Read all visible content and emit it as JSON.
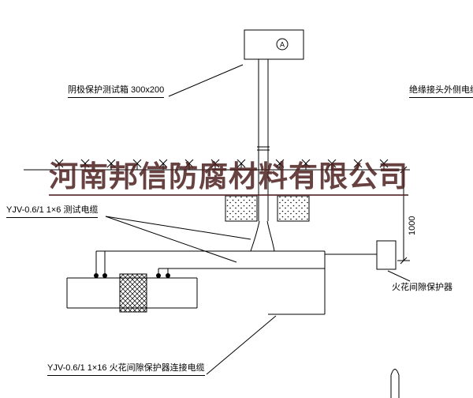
{
  "diagram": {
    "watermark_text": "河南邦信防腐材料有限公司",
    "watermark_color": "#4d2020",
    "line_color": "#000000"
  },
  "labels": {
    "test_box": "阴极保护测试箱 300x200",
    "insulated_joint_cable": "绝缘接头外侧电缆",
    "test_cable": "YJV-0.6/1 1×6  测试电缆",
    "spark_gap_protector": "火花间隙保护器",
    "spark_gap_cable": "YJV-0.6/1 1×16  火花间隙保护器连接电缆",
    "dimension_1000": "1000",
    "box_marker": "A"
  }
}
